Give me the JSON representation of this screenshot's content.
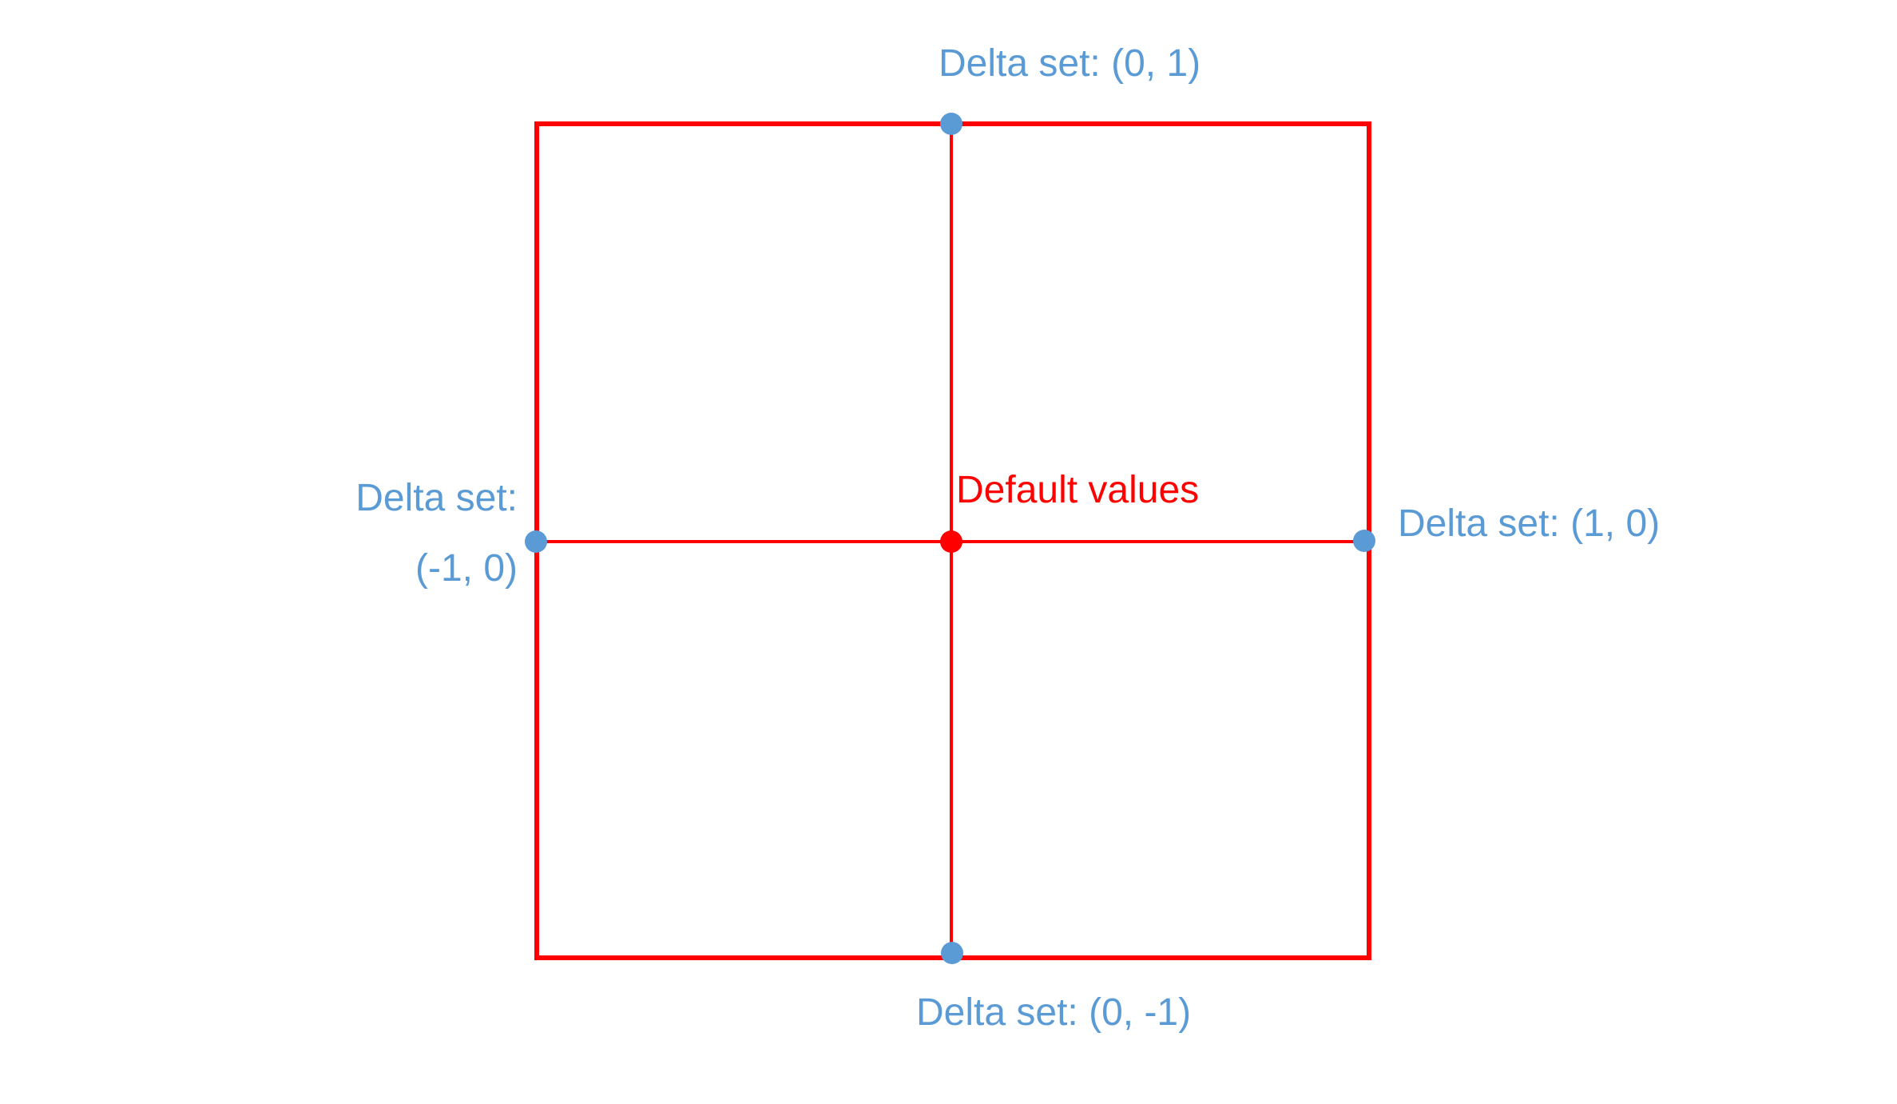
{
  "colors": {
    "red": "#FF0000",
    "blue": "#5B9BD5",
    "background": "#FFFFFF"
  },
  "labels": {
    "top": "Delta set: (0, 1)",
    "right": "Delta set: (1, 0)",
    "bottom": "Delta set: (0, -1)",
    "left_line1": "Delta set:",
    "left_line2": "(-1, 0)",
    "center": "Default values"
  },
  "diagram": {
    "description": "Square with midpoint delta-set points",
    "points": [
      {
        "position": "top-midpoint",
        "label": "Delta set: (0, 1)",
        "color": "#5B9BD5"
      },
      {
        "position": "right-midpoint",
        "label": "Delta set: (1, 0)",
        "color": "#5B9BD5"
      },
      {
        "position": "bottom-midpoint",
        "label": "Delta set: (0, -1)",
        "color": "#5B9BD5"
      },
      {
        "position": "left-midpoint",
        "label": "Delta set: (-1, 0)",
        "color": "#5B9BD5"
      },
      {
        "position": "center",
        "label": "Default values",
        "color": "#FF0000"
      }
    ]
  }
}
